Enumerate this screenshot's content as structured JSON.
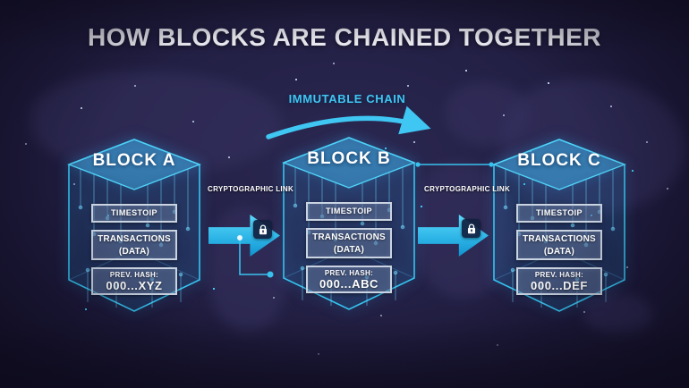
{
  "title": "HOW BLOCKS ARE CHAINED TOGETHER",
  "immutable_chain_label": "IMMUTABLE CHAIN",
  "link_labels": [
    "CRYPTOGRAPHIC LINK",
    "CRYPTOGRAPHIC LINK"
  ],
  "blocks": [
    {
      "title": "BLOCK A",
      "timestamp": "TIMESTOIP",
      "transactions": "TRANSACTIONS",
      "transactions_data": "(DATA)",
      "prev_hash_label": "PREV. HASH:",
      "prev_hash_value": "000...XYZ"
    },
    {
      "title": "BLOCK B",
      "timestamp": "TIMESTOIP",
      "transactions": "TRANSACTIONS",
      "transactions_data": "(DATA)",
      "prev_hash_label": "PREV. HASH:",
      "prev_hash_value": "000...ABC"
    },
    {
      "title": "BLOCK C",
      "timestamp": "TIMESTOIP",
      "transactions": "TRANSACTIONS",
      "transactions_data": "(DATA)",
      "prev_hash_label": "PREV. HASH:",
      "prev_hash_value": "000...DEF"
    }
  ],
  "icons": {
    "lock": "lock-icon",
    "chain_arrow": "curved-arrow-icon"
  },
  "colors": {
    "background": "#201d3c",
    "accent_cyan": "#3bc0ee",
    "arrow_gradient_top": "#5cdafa",
    "arrow_gradient_bottom": "#0f93cf",
    "box_border": "#c9d3e2",
    "title_text": "#f5f5fa"
  }
}
